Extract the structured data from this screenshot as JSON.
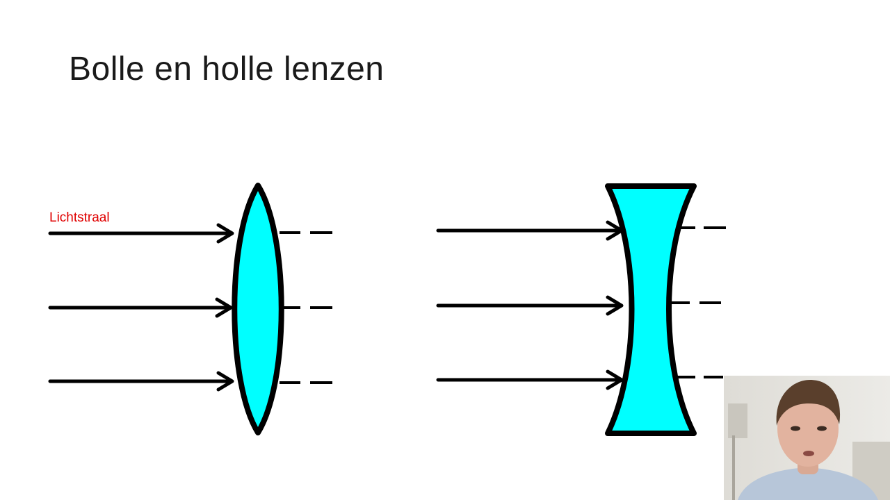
{
  "slide": {
    "title": "Bolle en holle lenzen",
    "ray_label": "Lichtstraal"
  },
  "colors": {
    "lens_fill": "#00ffff",
    "outline": "#000000",
    "label": "#e00000",
    "title": "#1a1a1a"
  },
  "diagram": {
    "convex_lens": {
      "incoming_rays": 3,
      "continuation": "dashed"
    },
    "concave_lens": {
      "incoming_rays": 3,
      "continuation": "dashed"
    }
  },
  "webcam": {
    "subject": "presenter-webcam"
  }
}
